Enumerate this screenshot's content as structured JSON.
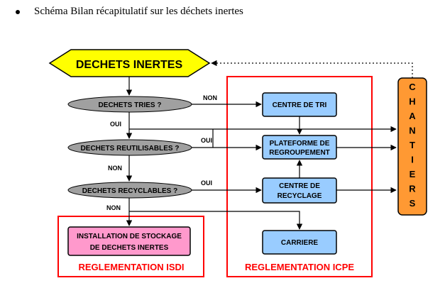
{
  "caption": "Schéma Bilan récapitulatif sur les déchets inertes",
  "colors": {
    "start_fill": "#ffff00",
    "decision_fill": "#a0a0a0",
    "process_fill": "#99ccff",
    "isdi_fill": "#ff99cc",
    "chantiers_fill": "#ff9933",
    "frame_stroke": "#ff0000",
    "reg_text": "#ff0000"
  },
  "nodes": {
    "start": "DECHETS INERTES",
    "q_tries": "DECHETS TRIES ?",
    "q_reutilisables": "DECHETS REUTILISABLES ?",
    "q_recyclables": "DECHETS RECYCLABLES ?",
    "centre_tri": "CENTRE DE TRI",
    "plateforme_1": "PLATEFORME DE",
    "plateforme_2": "REGROUPEMENT",
    "centre_recyclage_1": "CENTRE DE",
    "centre_recyclage_2": "RECYCLAGE",
    "carriere": "CARRIERE",
    "isdi_1": "INSTALLATION DE STOCKAGE",
    "isdi_2": "DE DECHETS INERTES",
    "chantiers": [
      "C",
      "H",
      "A",
      "N",
      "T",
      "I",
      "E",
      "R",
      "S"
    ]
  },
  "edge_labels": {
    "tries_non": "NON",
    "tries_oui": "OUI",
    "reutil_oui": "OUI",
    "reutil_non": "NON",
    "recycl_oui": "OUI",
    "recycl_non": "NON"
  },
  "frames": {
    "isdi_reg": "REGLEMENTATION ISDI",
    "icpe_reg": "REGLEMENTATION ICPE"
  }
}
